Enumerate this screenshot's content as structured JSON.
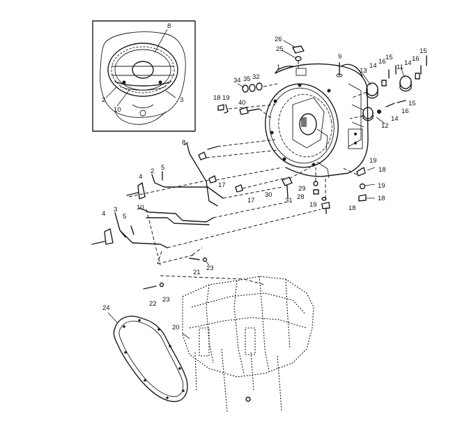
{
  "diagram": {
    "callouts": [
      {
        "id": "inset-8",
        "text": "8"
      },
      {
        "id": "inset-2",
        "text": "2"
      },
      {
        "id": "inset-10",
        "text": "10"
      },
      {
        "id": "inset-3",
        "text": "3"
      },
      {
        "id": "c26",
        "text": "26"
      },
      {
        "id": "c25",
        "text": "25"
      },
      {
        "id": "c9",
        "text": "9"
      },
      {
        "id": "c1",
        "text": "1"
      },
      {
        "id": "c34",
        "text": "34"
      },
      {
        "id": "c35",
        "text": "35"
      },
      {
        "id": "c32",
        "text": "32"
      },
      {
        "id": "c18a",
        "text": "18"
      },
      {
        "id": "c19a",
        "text": "19"
      },
      {
        "id": "c40",
        "text": "40"
      },
      {
        "id": "c13",
        "text": "13"
      },
      {
        "id": "c14a",
        "text": "14"
      },
      {
        "id": "c16a",
        "text": "16"
      },
      {
        "id": "c15a",
        "text": "15"
      },
      {
        "id": "c11",
        "text": "11"
      },
      {
        "id": "c14b",
        "text": "14"
      },
      {
        "id": "c16b",
        "text": "16"
      },
      {
        "id": "c15b",
        "text": "15"
      },
      {
        "id": "c15c",
        "text": "15"
      },
      {
        "id": "c16c",
        "text": "16"
      },
      {
        "id": "c14c",
        "text": "14"
      },
      {
        "id": "c12",
        "text": "12"
      },
      {
        "id": "c8",
        "text": "8"
      },
      {
        "id": "c19b",
        "text": "19"
      },
      {
        "id": "c18b",
        "text": "18"
      },
      {
        "id": "c19c",
        "text": "19"
      },
      {
        "id": "c18c",
        "text": "18"
      },
      {
        "id": "c2",
        "text": "2"
      },
      {
        "id": "c4a",
        "text": "4"
      },
      {
        "id": "c5a",
        "text": "5"
      },
      {
        "id": "c17a",
        "text": "17"
      },
      {
        "id": "c17b",
        "text": "17"
      },
      {
        "id": "c30",
        "text": "30"
      },
      {
        "id": "c29",
        "text": "29"
      },
      {
        "id": "c31",
        "text": "31"
      },
      {
        "id": "c28",
        "text": "28"
      },
      {
        "id": "c19d",
        "text": "19"
      },
      {
        "id": "c18d",
        "text": "18"
      },
      {
        "id": "c10",
        "text": "10"
      },
      {
        "id": "c3",
        "text": "3"
      },
      {
        "id": "c4b",
        "text": "4"
      },
      {
        "id": "c5b",
        "text": "5"
      },
      {
        "id": "c21",
        "text": "21"
      },
      {
        "id": "c23a",
        "text": "23"
      },
      {
        "id": "c22",
        "text": "22"
      },
      {
        "id": "c23b",
        "text": "23"
      },
      {
        "id": "c24",
        "text": "24"
      },
      {
        "id": "c20",
        "text": "20"
      }
    ]
  }
}
